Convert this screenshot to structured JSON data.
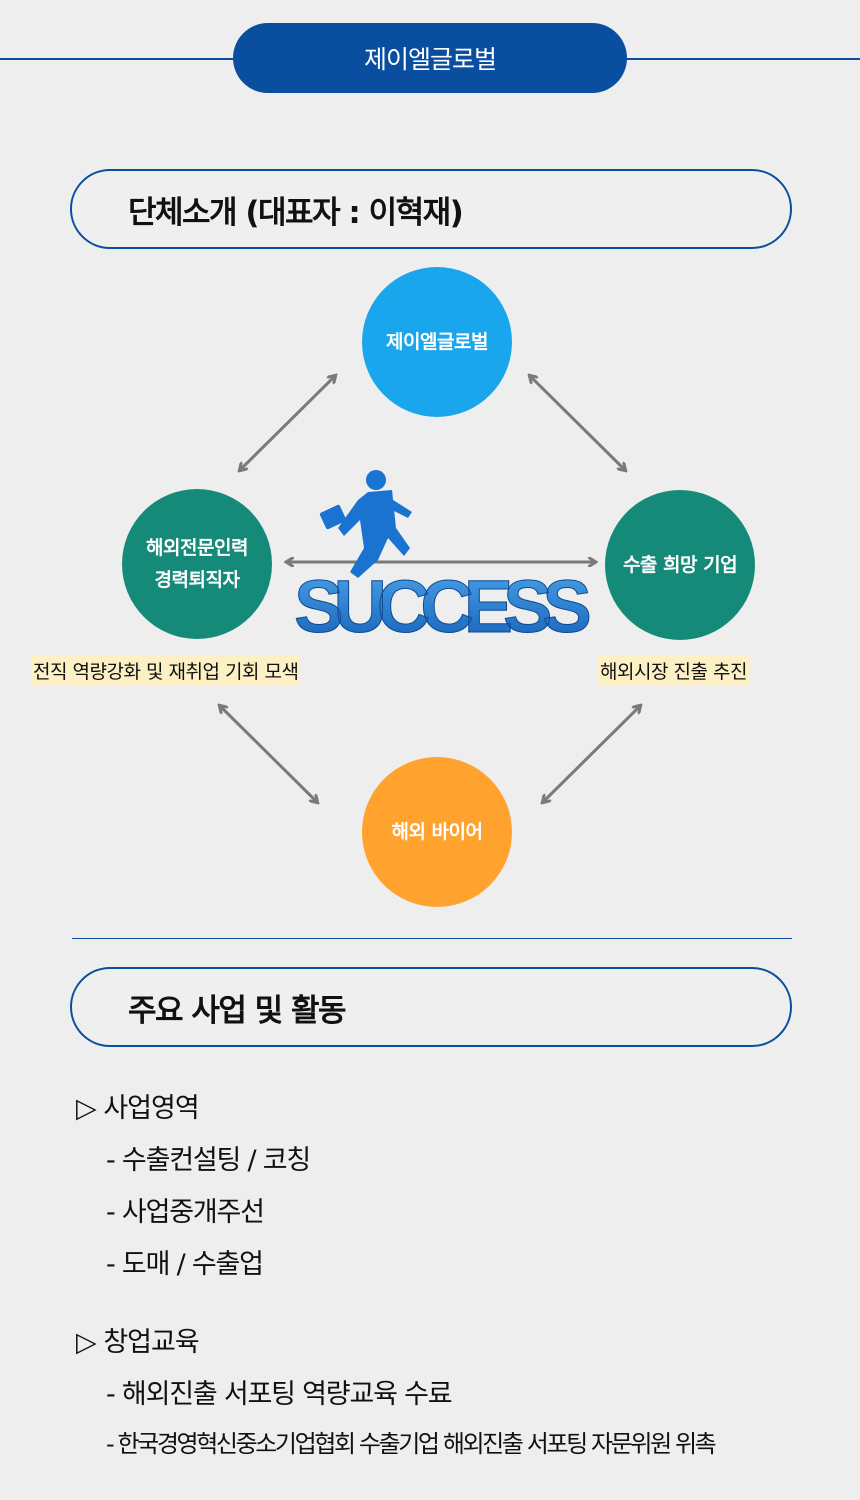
{
  "header": {
    "org_name": "제이엘글로벌"
  },
  "sections": {
    "intro": {
      "title": "단체소개 (대표자 : 이혁재)"
    },
    "business": {
      "title": "주요 사업 및 활동"
    }
  },
  "diagram": {
    "top": {
      "label": "제이엘글로벌",
      "color": "#1aa6ec"
    },
    "left": {
      "line1": "해외전문인력",
      "line2": "경력퇴직자",
      "color": "#168a78",
      "caption": "전직 역량강화 및 재취업 기회 모색"
    },
    "right": {
      "label": "수출 희망 기업",
      "color": "#168a78",
      "caption": "해외시장 진출 추진"
    },
    "bottom": {
      "label": "해외 바이어",
      "color": "#ffa22e"
    },
    "center_text": "SUCCESS",
    "caption_bg": "#fdf0c4"
  },
  "activities": [
    {
      "heading": "▷ 사업영역",
      "items": [
        "- 수출컨설팅 / 코칭",
        "- 사업중개주선",
        "- 도매 / 수출업"
      ]
    },
    {
      "heading": "▷ 창업교육",
      "items": [
        "- 해외진출 서포팅 역량교육 수료",
        "- 한국경영혁신중소기업협회 수출기업 해외진출 서포팅 자문위원 위촉"
      ]
    }
  ]
}
